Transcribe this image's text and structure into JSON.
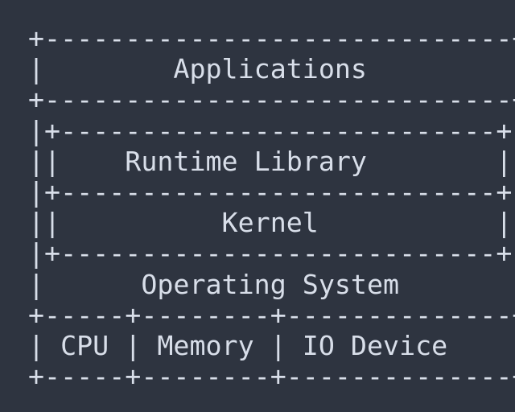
{
  "diagram": {
    "lines": [
      "+-----------------------------+",
      "|        Applications         |",
      "+-----------------------------+",
      "|+---------------------------+|",
      "||    Runtime Library        ||",
      "|+---------------------------+|",
      "||          Kernel           ||",
      "|+---------------------------+|",
      "|      Operating System       |",
      "+-----+--------+--------------+",
      "| CPU | Memory | IO Device    |",
      "+-----+--------+--------------+"
    ]
  }
}
